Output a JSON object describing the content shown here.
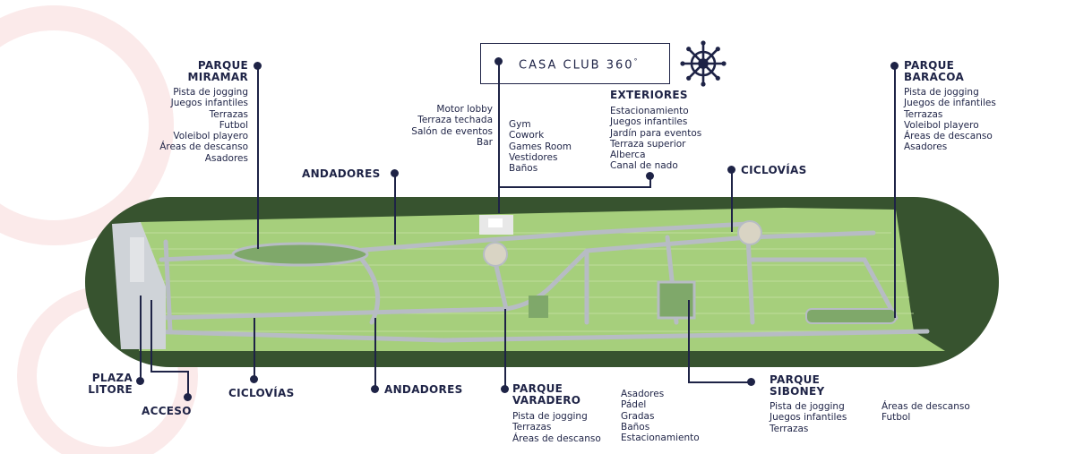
{
  "casa_club": {
    "title": "CASA CLUB 360",
    "degree": "°",
    "items_left": [
      "Motor lobby",
      "Terraza techada",
      "Salón de eventos",
      "Bar"
    ],
    "items_center": [
      "Gym",
      "Cowork",
      "Games Room",
      "Vestidores",
      "Baños"
    ]
  },
  "exteriores": {
    "title": "EXTERIORES",
    "items": [
      "Estacionamiento",
      "Juegos infantiles",
      "Jardín para eventos",
      "Terraza superior",
      "Alberca",
      "Canal de nado"
    ]
  },
  "parque_miramar": {
    "title_1": "PARQUE",
    "title_2": "MIRAMAR",
    "items": [
      "Pista de jogging",
      "Juegos infantiles",
      "Terrazas",
      "Futbol",
      "Voleibol playero",
      "Áreas de descanso",
      "Asadores"
    ]
  },
  "parque_baracoa": {
    "title_1": "PARQUE",
    "title_2": "BARACOA",
    "items": [
      "Pista de jogging",
      "Juegos de infantiles",
      "Terrazas",
      "Voleibol playero",
      "Áreas de descanso",
      "Asadores"
    ]
  },
  "andadores_top": "ANDADORES",
  "ciclovias_top": "CICLOVÍAS",
  "plaza_litore": {
    "title_1": "PLAZA",
    "title_2": "LITORE"
  },
  "acceso": "ACCESO",
  "ciclovias_bottom": "CICLOVÍAS",
  "andadores_bottom": "ANDADORES",
  "parque_varadero": {
    "title_1": "PARQUE",
    "title_2": "VARADERO",
    "items_left": [
      "Pista de jogging",
      "Terrazas",
      "Áreas de descanso"
    ],
    "items_right": [
      "Asadores",
      "Pádel",
      "Gradas",
      "Baños",
      "Estacionamiento"
    ]
  },
  "parque_siboney": {
    "title_1": "PARQUE",
    "title_2": "SIBONEY",
    "items_left": [
      "Pista de jogging",
      "Juegos infantiles",
      "Terrazas"
    ],
    "items_right": [
      "Áreas de descanso",
      "Futbol"
    ]
  },
  "colors": {
    "navy": "#1e2346",
    "forest": "#3d5a34",
    "lot_green": "#a6cf7c",
    "road": "#b7bcc4",
    "park": "#7fa86a"
  },
  "icons": [
    "ship-wheel-icon"
  ]
}
